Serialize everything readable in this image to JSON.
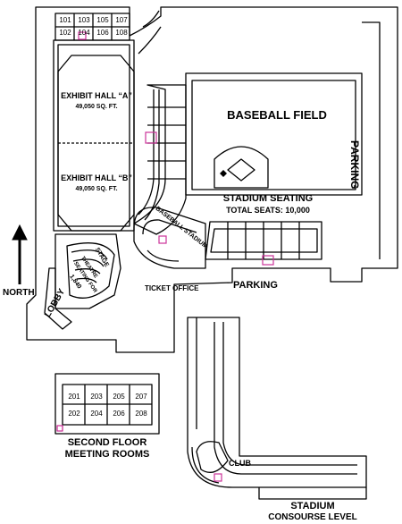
{
  "labels": {
    "baseball_field": "BASEBALL FIELD",
    "parking_right": "PARKING",
    "exhibit_a": "EXHIBIT HALL “A”",
    "exhibit_a_area": "49,050 SQ. FT.",
    "exhibit_b": "EXHIBIT HALL “B”",
    "exhibit_b_area": "49,050 SQ. FT.",
    "stadium_seating": "STADIUM SEATING",
    "total_seats": "TOTAL SEATS: 10,000",
    "baseball_stadium": "BASEBALL STADIUM",
    "north": "NORTH",
    "lobby": "LOBBY",
    "stage": "STAGE",
    "theatre": "THEATRE",
    "theatre_seating": "SEATING FOR",
    "theatre_capacity": "1,840",
    "ticket_office": "TICKET OFFICE",
    "parking_center": "PARKING",
    "club": "CLUB",
    "second_floor_line1": "SECOND FLOOR",
    "second_floor_line2": "MEETING ROOMS",
    "stadium_line1": "STADIUM",
    "stadium_line2": "CONSOURSE LEVEL"
  },
  "first_floor_rooms": {
    "top": [
      "101",
      "103",
      "105",
      "107"
    ],
    "bottom": [
      "102",
      "104",
      "106",
      "108"
    ]
  },
  "second_floor_rooms": {
    "top": [
      "201",
      "203",
      "205",
      "207"
    ],
    "bottom": [
      "202",
      "204",
      "206",
      "208"
    ]
  },
  "colors": {
    "line": "#000000",
    "background": "#ffffff",
    "restroom_marker": "#cc3399"
  },
  "icons": [
    "north-arrow-icon",
    "restroom-icon",
    "home-plate-icon"
  ]
}
